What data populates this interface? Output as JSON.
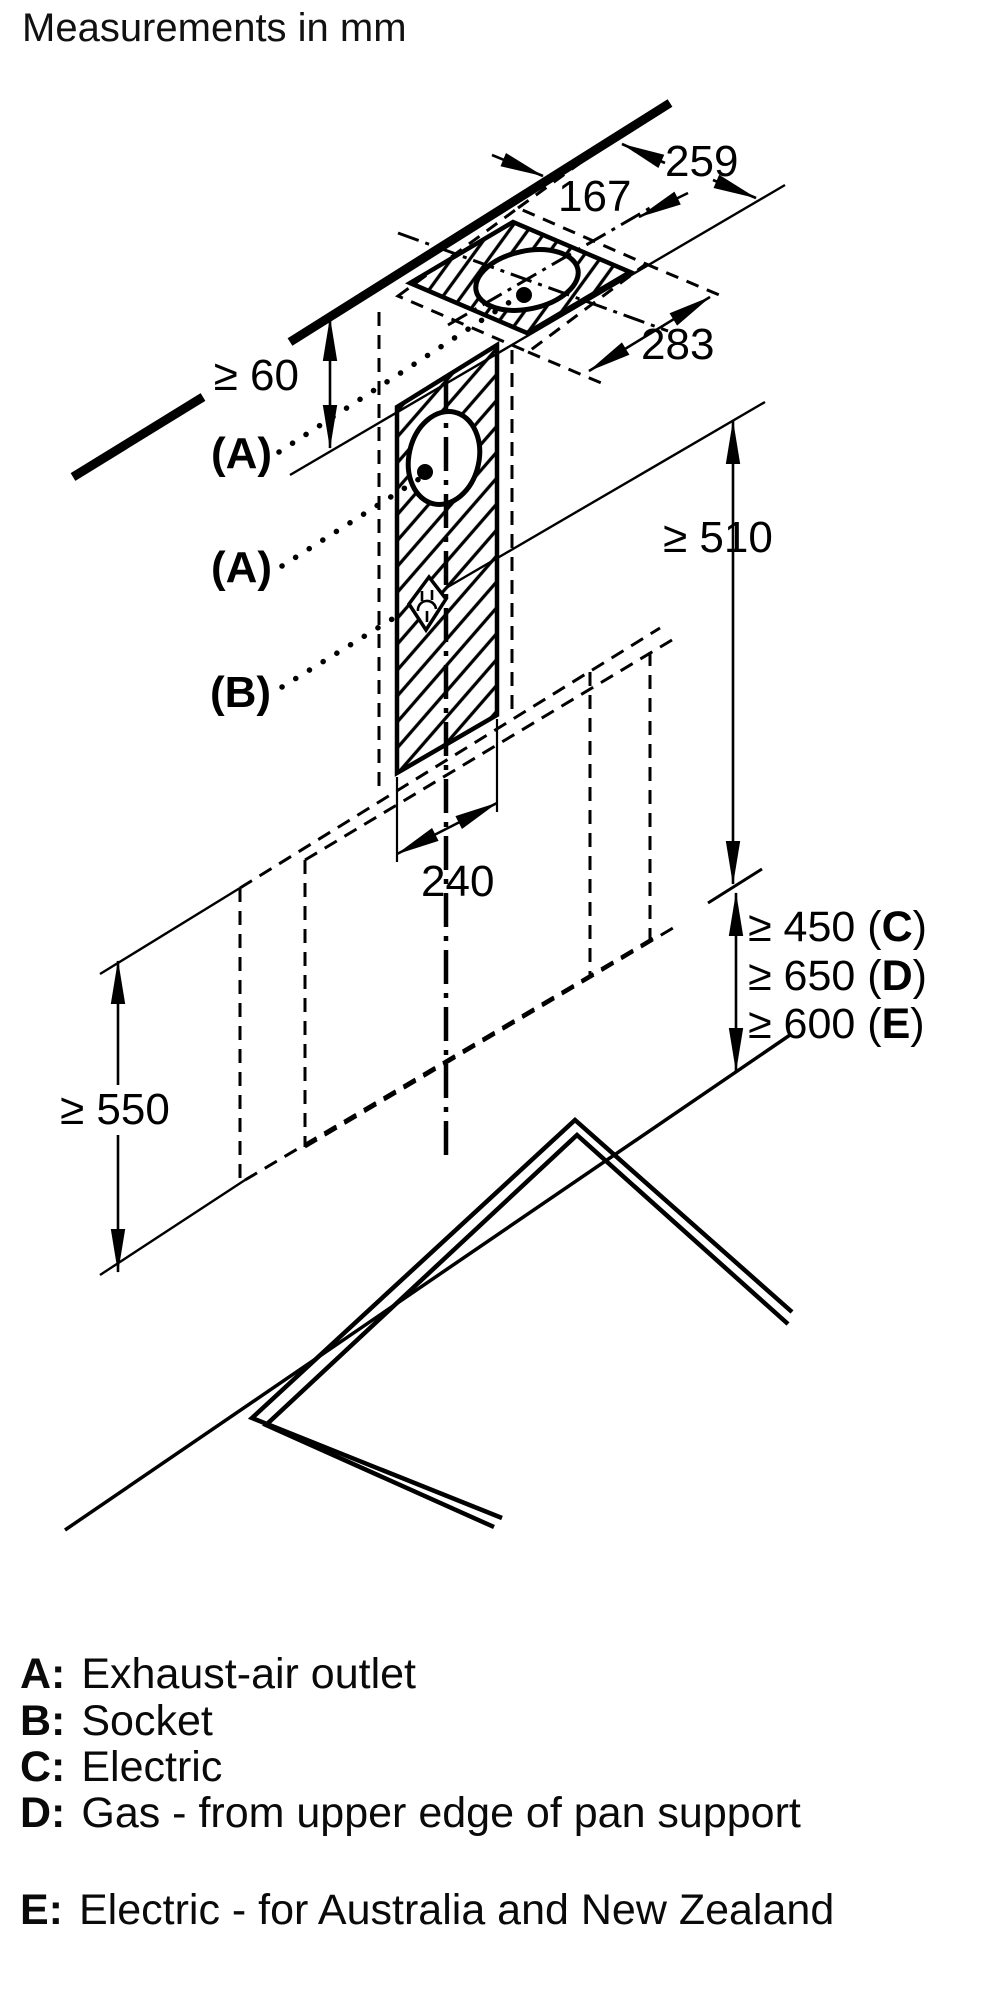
{
  "title": "Measurements in mm",
  "diagram": {
    "dimensions": {
      "duct_depth": "259",
      "duct_width": "167",
      "cutout_depth": "283",
      "ceiling_gap": "≥ 60",
      "chimney_height": "≥ 510",
      "outlet_width": "240",
      "hob_clearance": "≥ 550"
    },
    "clearances": [
      {
        "pre": "≥ 450 (",
        "key": "C",
        "post": ")"
      },
      {
        "pre": "≥ 650 (",
        "key": "D",
        "post": ")"
      },
      {
        "pre": "≥ 600 (",
        "key": "E",
        "post": ")"
      }
    ],
    "callouts": [
      {
        "label": "(A)"
      },
      {
        "label": "(A)"
      },
      {
        "label": "(B)"
      }
    ]
  },
  "legend": {
    "items": [
      {
        "key": "A:",
        "text": "Exhaust-air outlet"
      },
      {
        "key": "B:",
        "text": "Socket"
      },
      {
        "key": "C:",
        "text": "Electric"
      },
      {
        "key": "D:",
        "text": "Gas - from upper edge of pan support"
      },
      {
        "key": "E:",
        "text": "Electric - for Australia and New Zealand"
      }
    ]
  }
}
